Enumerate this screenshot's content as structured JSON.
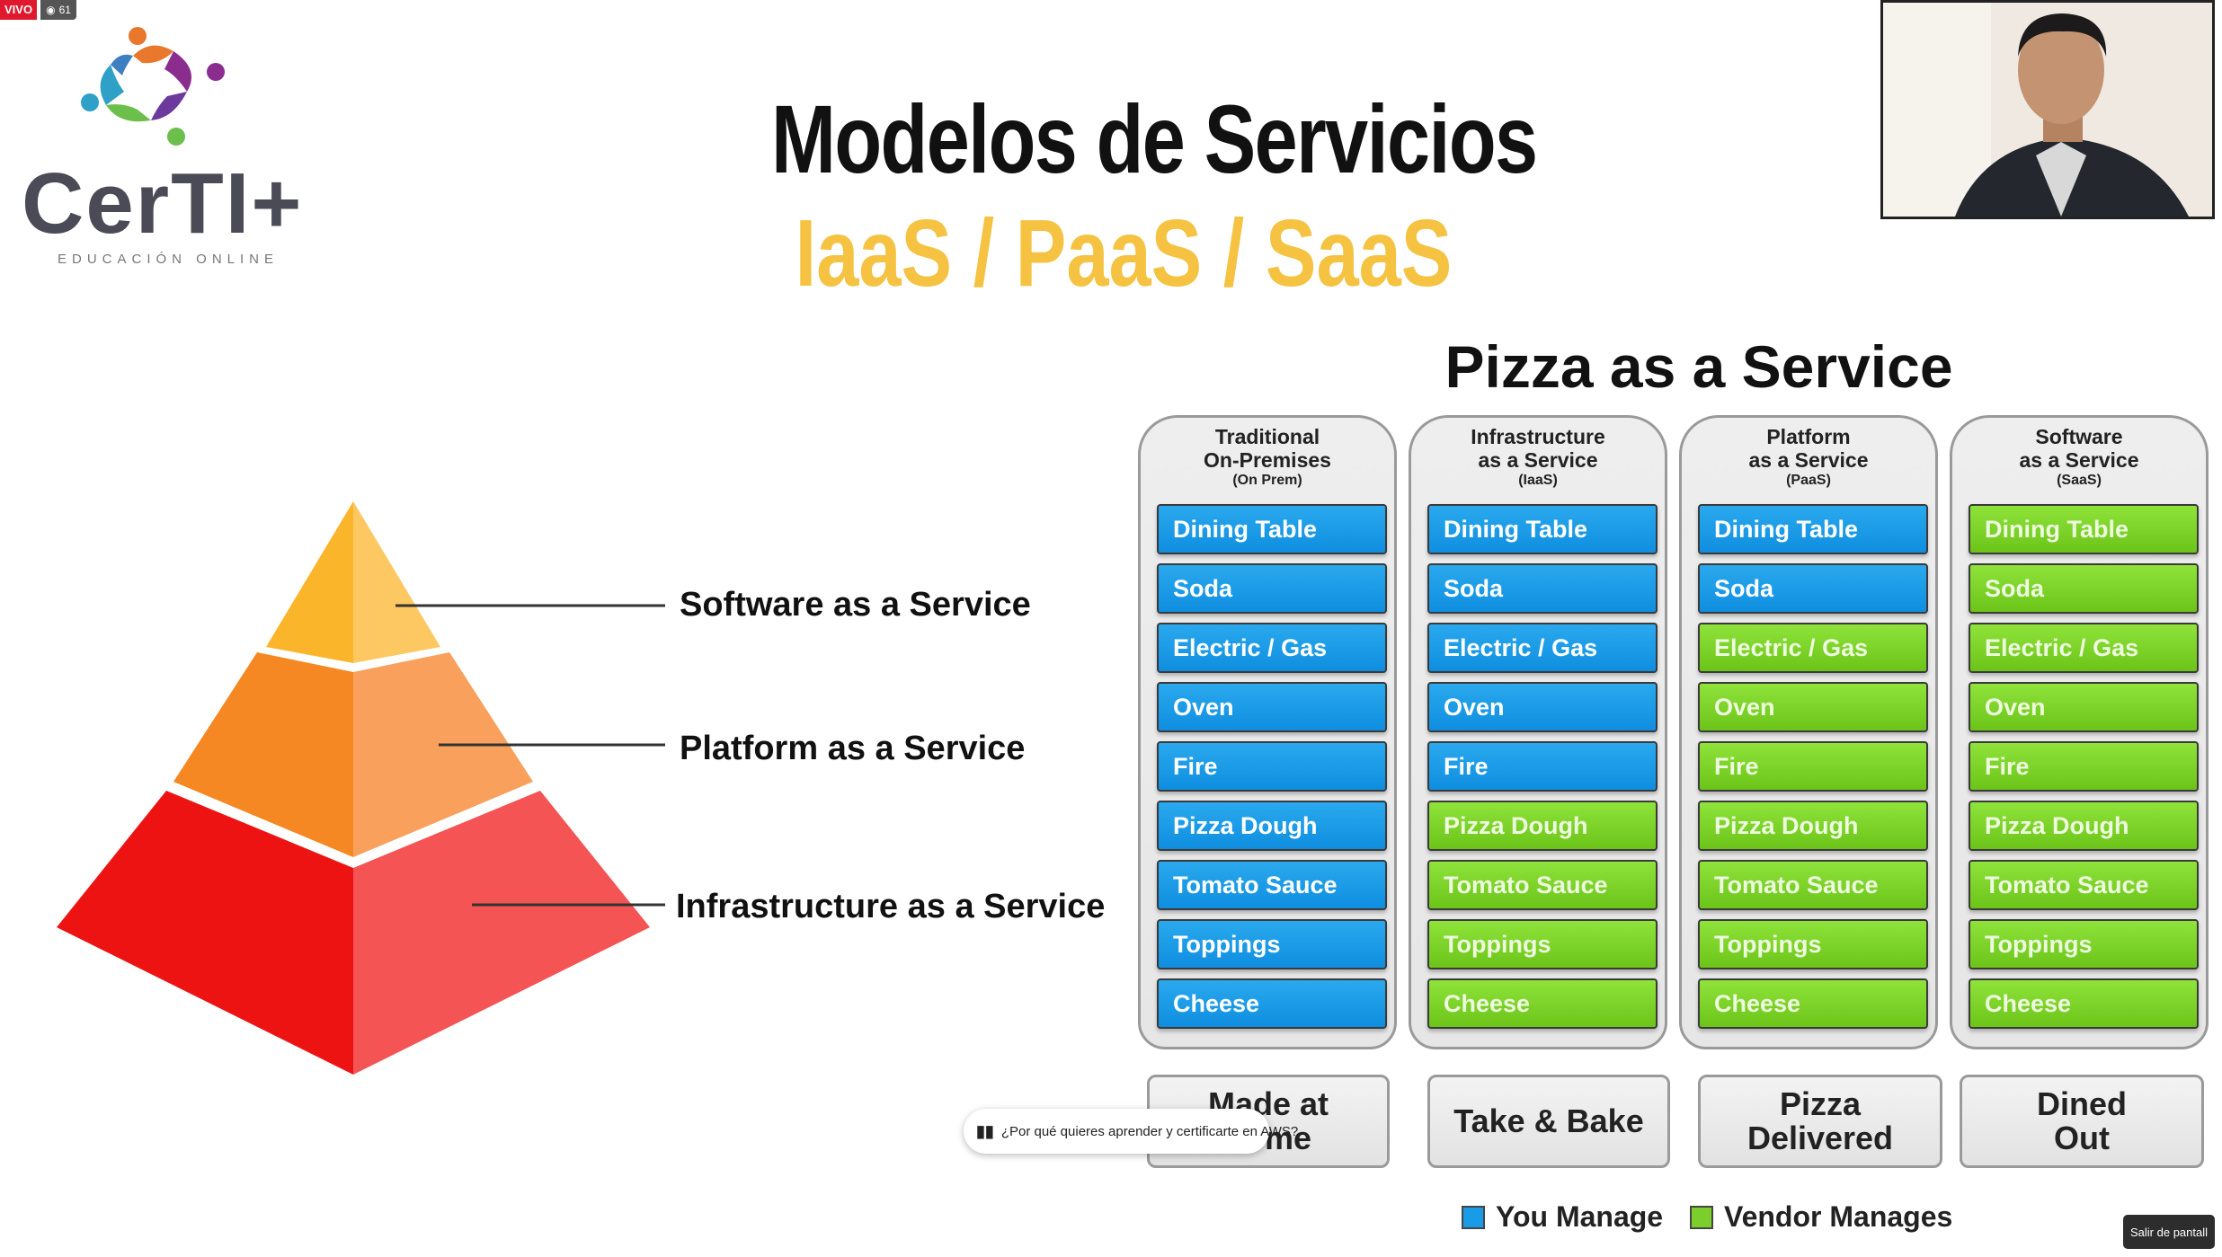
{
  "badge": {
    "live": "VIVO",
    "viewers": "61"
  },
  "logo": {
    "name": "CerTI+",
    "tagline": "EDUCACIÓN ONLINE"
  },
  "slide": {
    "title": "Modelos de Servicios",
    "subtitle": "IaaS / PaaS / SaaS",
    "pyramid_labels": [
      "Software as a Service",
      "Platform as a Service",
      "Infrastructure as a Service"
    ],
    "pizza": {
      "title": "Pizza as a Service",
      "columns": [
        {
          "line1": "Traditional",
          "line2": "On-Premises",
          "line3": "(On Prem)",
          "footer": "Made at\nhome",
          "items": [
            "Dining Table",
            "Soda",
            "Electric / Gas",
            "Oven",
            "Fire",
            "Pizza Dough",
            "Tomato Sauce",
            "Toppings",
            "Cheese"
          ],
          "you_count": 9
        },
        {
          "line1": "Infrastructure",
          "line2": "as a Service",
          "line3": "(IaaS)",
          "footer": "Take & Bake",
          "items": [
            "Dining Table",
            "Soda",
            "Electric / Gas",
            "Oven",
            "Fire",
            "Pizza Dough",
            "Tomato Sauce",
            "Toppings",
            "Cheese"
          ],
          "you_count": 5
        },
        {
          "line1": "Platform",
          "line2": "as a Service",
          "line3": "(PaaS)",
          "footer": "Pizza\nDelivered",
          "items": [
            "Dining Table",
            "Soda",
            "Electric / Gas",
            "Oven",
            "Fire",
            "Pizza Dough",
            "Tomato Sauce",
            "Toppings",
            "Cheese"
          ],
          "you_count": 2
        },
        {
          "line1": "Software",
          "line2": "as a Service",
          "line3": "(SaaS)",
          "footer": "Dined\nOut",
          "items": [
            "Dining Table",
            "Soda",
            "Electric / Gas",
            "Oven",
            "Fire",
            "Pizza Dough",
            "Tomato Sauce",
            "Toppings",
            "Cheese"
          ],
          "you_count": 0
        }
      ],
      "legend": {
        "you": "You Manage",
        "vendor": "Vendor Manages"
      }
    }
  },
  "overlay": {
    "question": "¿Por qué quieres aprender y certificarte en AWS?",
    "exit_button": "Salir de pantall"
  },
  "colors": {
    "you": "#1a9be8",
    "vendor": "#7ccf2a",
    "subtitle": "#f5c242"
  }
}
